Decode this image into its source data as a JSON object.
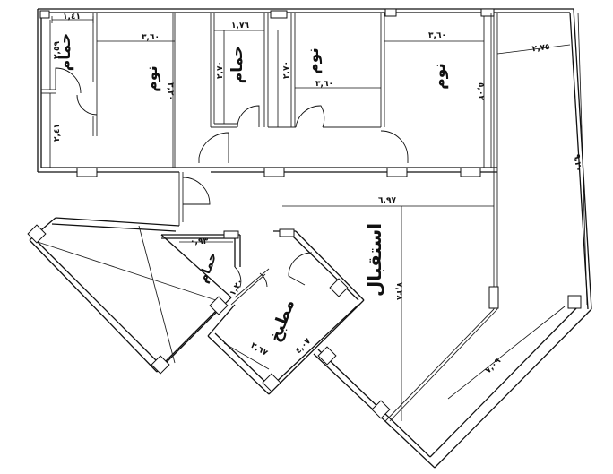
{
  "rooms": {
    "bath_left": "حمام",
    "bedroom_1": "نوم",
    "bath_top": "حمام",
    "bedroom_2": "نوم",
    "bedroom_3": "نوم",
    "reception": "استقبال",
    "bath_small": "حمام",
    "kitchen": "مطبخ"
  },
  "dimensions": {
    "d_1_41_top": "١,٤١",
    "d_2_59": "٢,٥٩",
    "d_2_41": "٢,٤١",
    "d_3_60_a": "٣,٦٠",
    "d_3_20": "٣,٢٠",
    "d_1_76": "١,٧٦",
    "d_2_70_a": "٢,٧٠",
    "d_2_70_b": "٢,٧٠",
    "d_3_60_b": "٣,٦٠",
    "d_3_60_c": "٣,٦٠",
    "d_5_02": "٥,٠٢",
    "d_2_75": "٢,٧٥",
    "d_9_20": "٩,٢٠",
    "d_6_97": "٦,٩٧",
    "d_0_93": "٠,٩٣",
    "d_1_20": "١,٢٠",
    "d_7_38": "٧,٣٨",
    "d_4_07": "٤,٠٧",
    "d_2_67": "٢,٦٧",
    "d_7_09": "٧,٠٩"
  }
}
